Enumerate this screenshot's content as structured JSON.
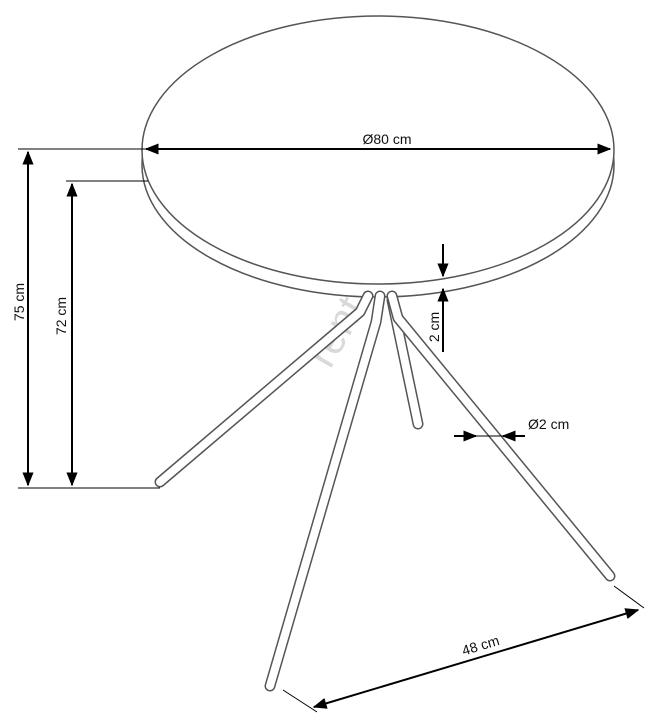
{
  "labels": {
    "diameter": "Ø80 cm",
    "height_total": "75 cm",
    "height_leg": "72 cm",
    "top_thickness": "2 cm",
    "leg_diameter": "Ø2 cm",
    "leg_spread": "48 cm"
  },
  "watermark": "rent.cz",
  "colors": {
    "outline": "#555555",
    "dimension": "#000000",
    "watermark": "#d9d9d9"
  }
}
